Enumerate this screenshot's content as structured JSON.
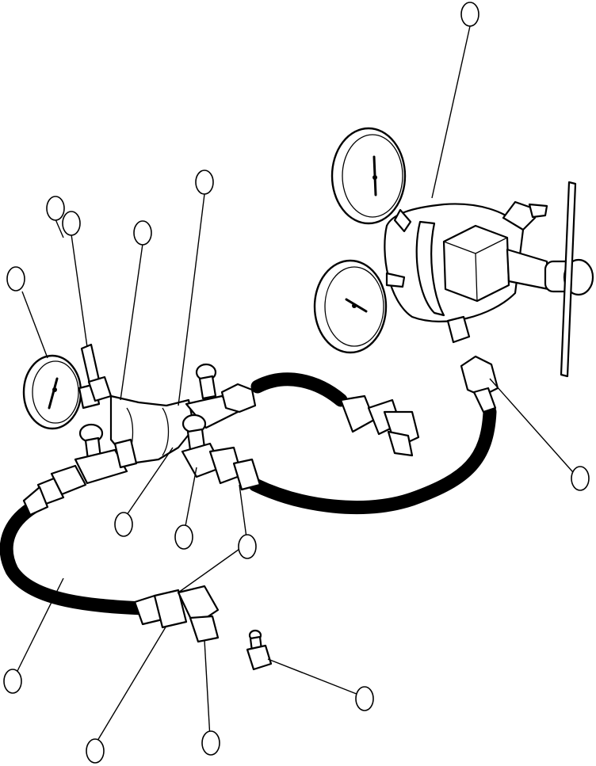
{
  "callouts": [
    {
      "id": "c1"
    },
    {
      "id": "c2"
    },
    {
      "id": "c3"
    },
    {
      "id": "c4"
    },
    {
      "id": "c5"
    },
    {
      "id": "c6"
    },
    {
      "id": "c7"
    },
    {
      "id": "c8"
    },
    {
      "id": "c9"
    },
    {
      "id": "c10"
    },
    {
      "id": "c11"
    },
    {
      "id": "c12"
    },
    {
      "id": "c13"
    },
    {
      "id": "c14"
    },
    {
      "id": "c15"
    },
    {
      "id": "c16"
    }
  ],
  "colors": {
    "line": "#000000",
    "background": "#ffffff"
  }
}
